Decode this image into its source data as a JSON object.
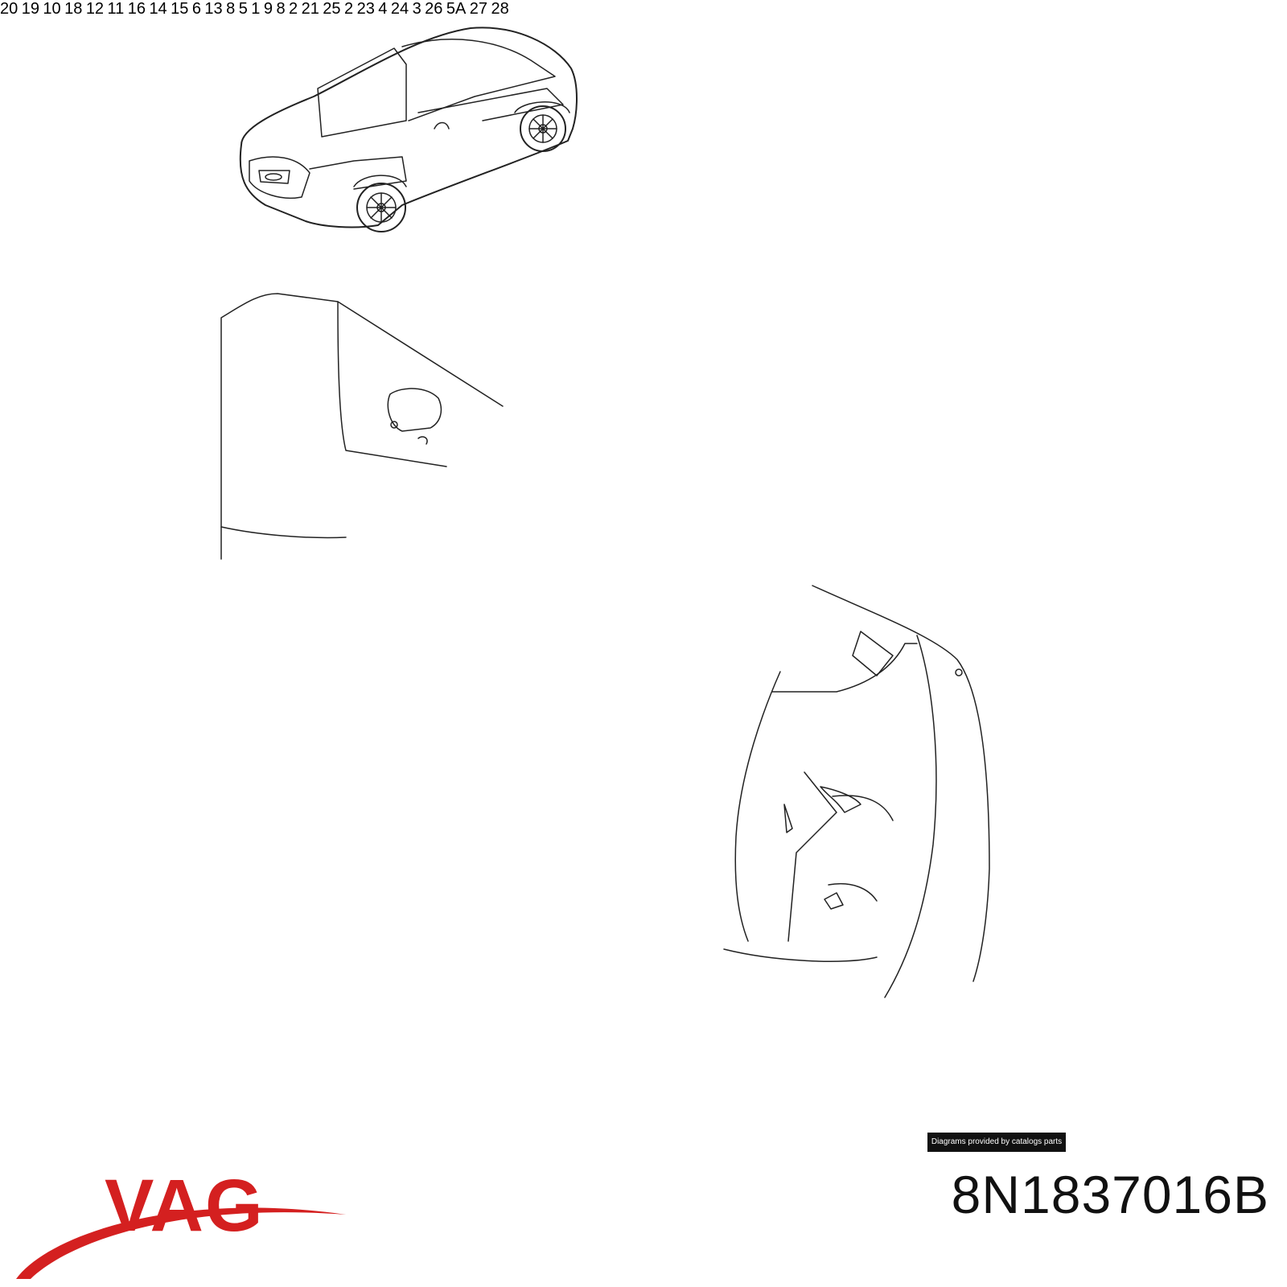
{
  "diagram": {
    "callouts": [
      {
        "id": "c20",
        "label": "20"
      },
      {
        "id": "c19",
        "label": "19"
      },
      {
        "id": "c10",
        "label": "10"
      },
      {
        "id": "c18",
        "label": "18"
      },
      {
        "id": "c12",
        "label": "12"
      },
      {
        "id": "c11",
        "label": "11"
      },
      {
        "id": "c16",
        "label": "16"
      },
      {
        "id": "c14",
        "label": "14"
      },
      {
        "id": "c15",
        "label": "15"
      },
      {
        "id": "c6",
        "label": "6"
      },
      {
        "id": "c13",
        "label": "13"
      },
      {
        "id": "c8a",
        "label": "8"
      },
      {
        "id": "c5",
        "label": "5"
      },
      {
        "id": "c1",
        "label": "1"
      },
      {
        "id": "c9",
        "label": "9"
      },
      {
        "id": "c8b",
        "label": "8"
      },
      {
        "id": "c2a",
        "label": "2"
      },
      {
        "id": "c21",
        "label": "21"
      },
      {
        "id": "c25",
        "label": "25"
      },
      {
        "id": "c2b",
        "label": "2"
      },
      {
        "id": "c23",
        "label": "23"
      },
      {
        "id": "c4",
        "label": "4"
      },
      {
        "id": "c24",
        "label": "24"
      },
      {
        "id": "c3",
        "label": "3"
      },
      {
        "id": "c26",
        "label": "26"
      },
      {
        "id": "c5A",
        "label": "5A"
      },
      {
        "id": "c27",
        "label": "27"
      },
      {
        "id": "c28",
        "label": "28"
      }
    ]
  },
  "footer": {
    "credit": "Diagrams provided by catalogs parts",
    "brand_text": "VAG",
    "part_number": "8N1837016B"
  },
  "colors": {
    "brand_red": "#d42020",
    "ink": "#222222",
    "credit_bg": "#111111"
  }
}
